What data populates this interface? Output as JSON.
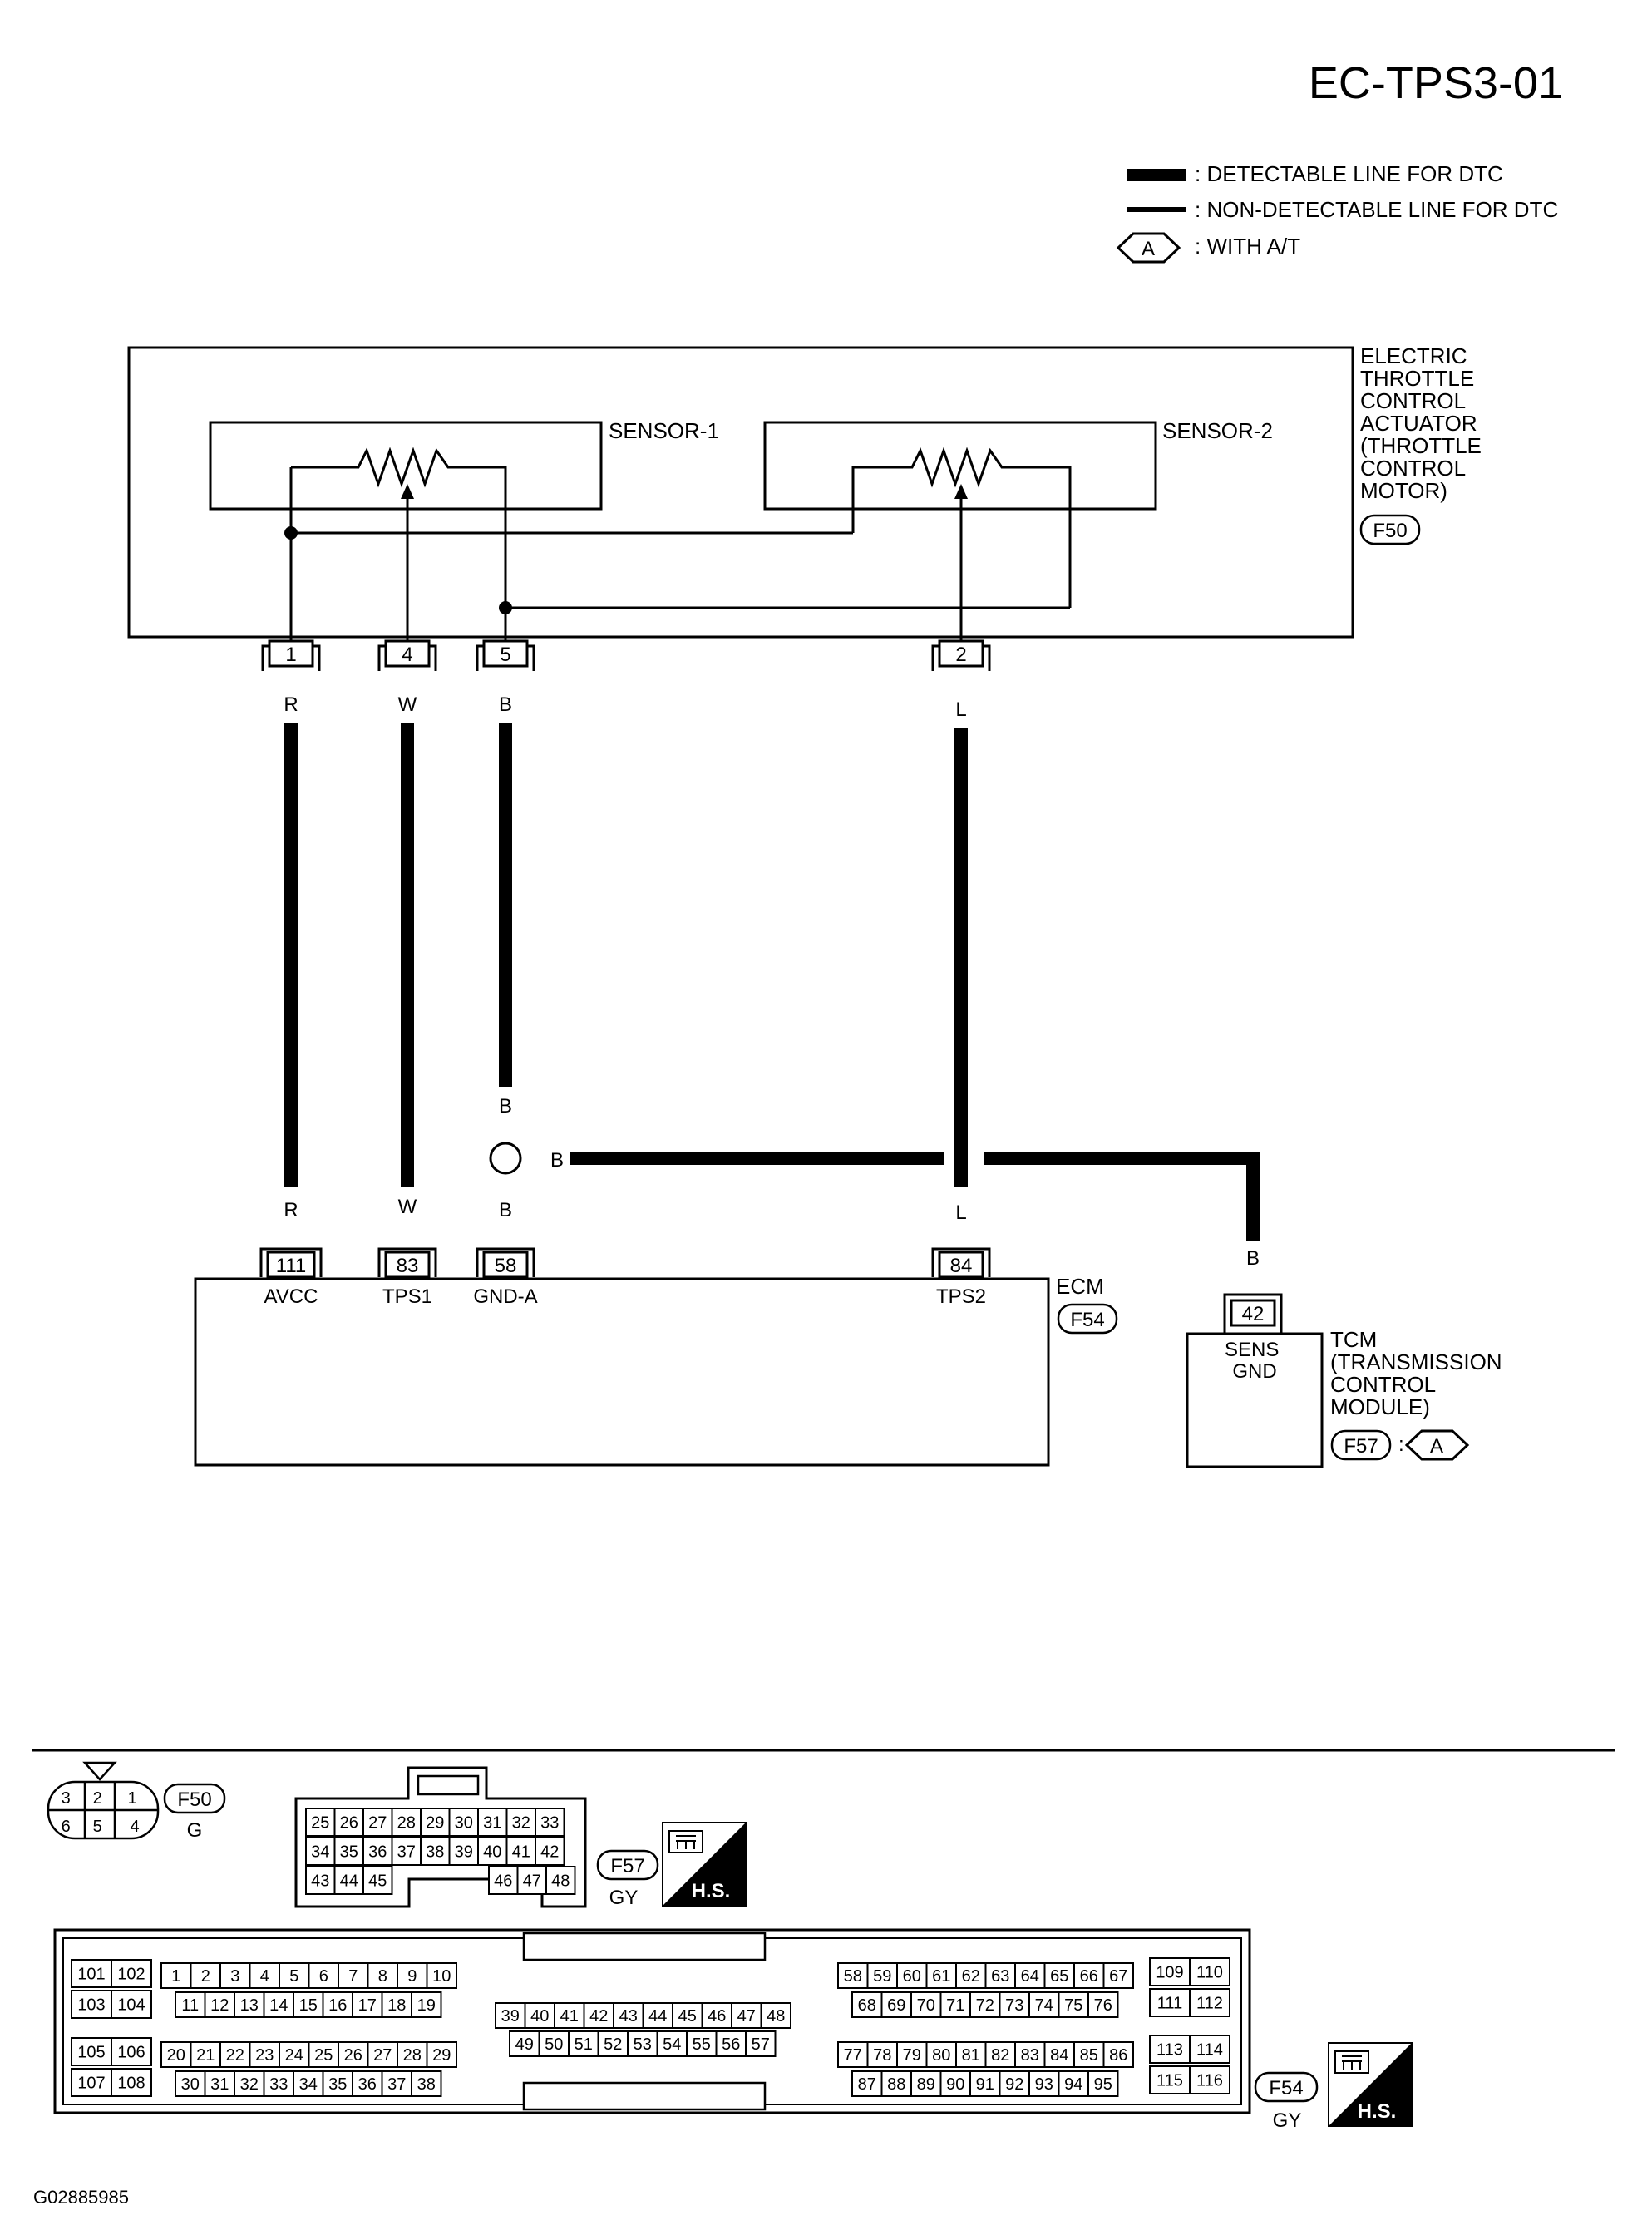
{
  "diagram_id": "EC-TPS3-01",
  "figure_code": "G02885985",
  "legend": {
    "detectable": ": DETECTABLE LINE FOR DTC",
    "non_detectable": ": NON-DETECTABLE LINE FOR DTC",
    "option_symbol": "A",
    "option_text": ": WITH A/T"
  },
  "actuator": {
    "label": [
      "ELECTRIC",
      "THROTTLE",
      "CONTROL",
      "ACTUATOR",
      "(THROTTLE",
      "CONTROL",
      "MOTOR)"
    ],
    "connector": "F50",
    "sensor1": "SENSOR-1",
    "sensor2": "SENSOR-2",
    "pins": [
      "1",
      "4",
      "5",
      "2"
    ]
  },
  "wire_colors": {
    "w1_top": "R",
    "w4_top": "W",
    "w5_top": "B",
    "w2_top": "L",
    "w5_mid": "B",
    "junction": "B",
    "w1_bot": "R",
    "w4_bot": "W",
    "w5_bot": "B",
    "w2_bot": "L",
    "tcm": "B"
  },
  "ecm": {
    "label": "ECM",
    "connector": "F54",
    "pins": [
      "111",
      "83",
      "58",
      "84"
    ],
    "terminals": [
      "AVCC",
      "TPS1",
      "GND-A",
      "TPS2"
    ]
  },
  "tcm": {
    "label": [
      "TCM",
      "(TRANSMISSION",
      "CONTROL",
      "MODULE)"
    ],
    "pin": "42",
    "terminal": [
      "SENS",
      "GND"
    ],
    "connector": "F57",
    "option": "A"
  },
  "connector_views": {
    "f50": {
      "id": "F50",
      "color": "G",
      "pins": [
        "3",
        "2",
        "1",
        "6",
        "5",
        "4"
      ]
    },
    "f57": {
      "id": "F57",
      "color": "GY",
      "hs": "H.S."
    },
    "f54": {
      "id": "F54",
      "color": "GY",
      "hs": "H.S."
    }
  }
}
